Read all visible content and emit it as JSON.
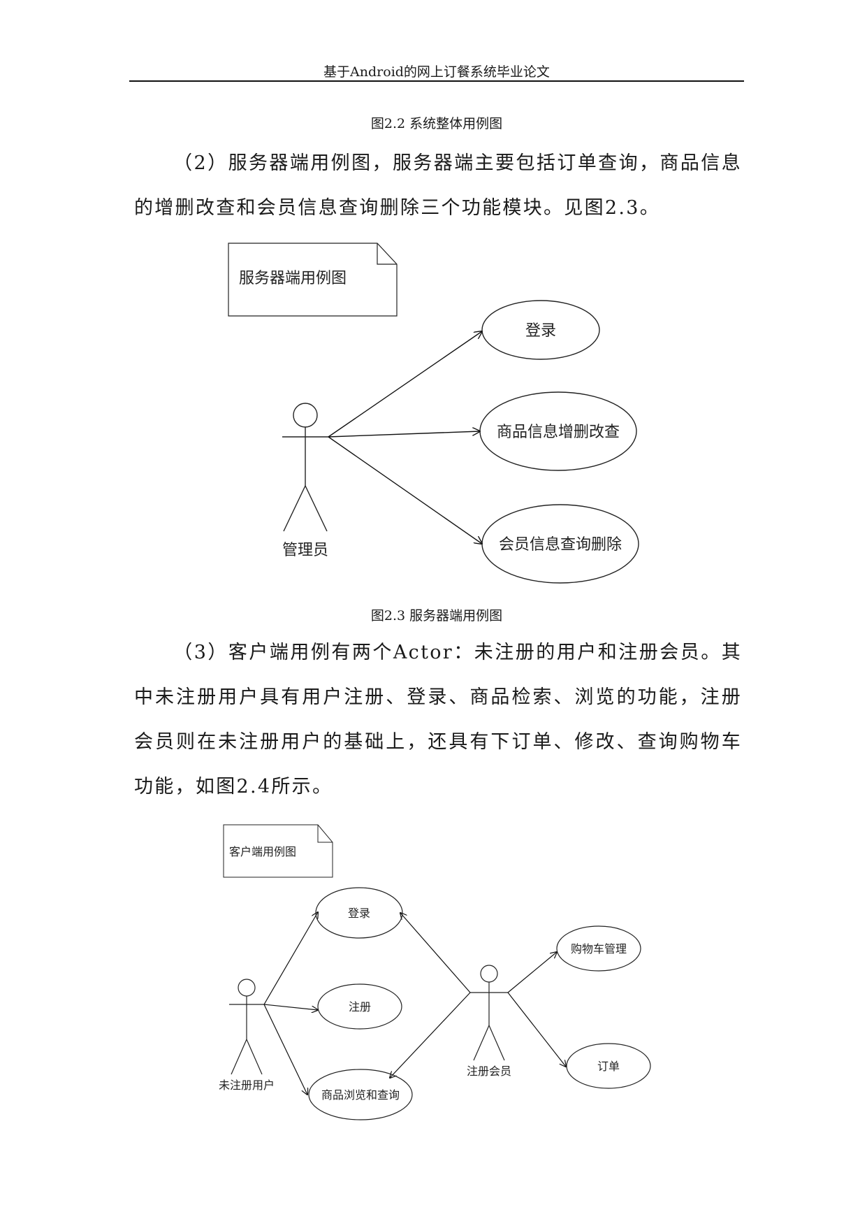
{
  "header": {
    "title": "基于Android的网上订餐系统毕业论文"
  },
  "captions": {
    "fig2_2": "图2.2 系统整体用例图",
    "fig2_3": "图2.3 服务器端用例图"
  },
  "paragraphs": {
    "p2": "（2）服务器端用例图，服务器端主要包括订单查询，商品信息的增删改查和会员信息查询删除三个功能模块。见图2.3。",
    "p3": "（3）客户端用例有两个Actor：未注册的用户和注册会员。其中未注册用户具有用户注册、登录、商品检索、浏览的功能，注册会员则在未注册用户的基础上，还具有下订单、修改、查询购物车功能，如图2.4所示。"
  },
  "diagram_server": {
    "note": "服务器端用例图",
    "actor": "管理员",
    "use_cases": [
      "登录",
      "商品信息增删改查",
      "会员信息查询删除"
    ]
  },
  "diagram_client": {
    "note": "客户端用例图",
    "actor_unregistered": "未注册用户",
    "actor_member": "注册会员",
    "use_cases": [
      "登录",
      "注册",
      "商品浏览和查询",
      "购物车管理",
      "订单"
    ]
  }
}
